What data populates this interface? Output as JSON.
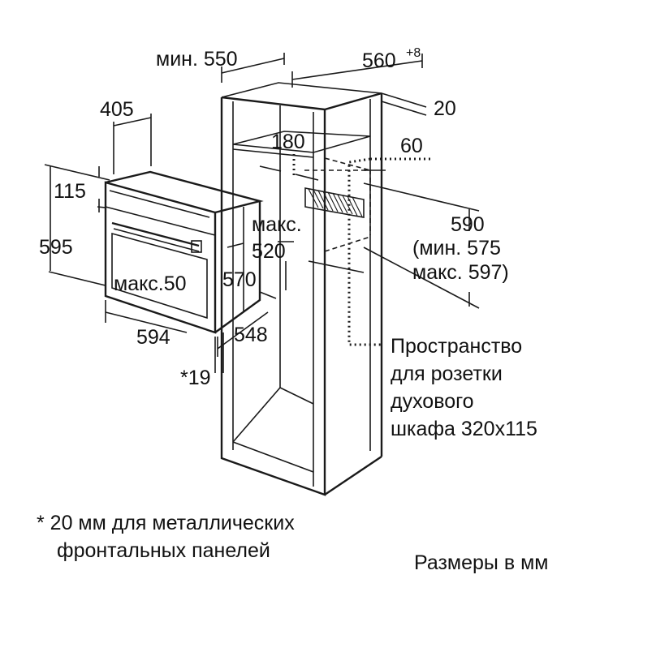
{
  "dimensions": {
    "min_550": "мин. 550",
    "w560": "560",
    "w560_tol": "+8",
    "d20": "20",
    "d405": "405",
    "d180": "180",
    "d60": "60",
    "d115": "115",
    "d595": "595",
    "max_label": "макс.",
    "d520": "520",
    "d590": "590",
    "min575": "(мин. 575",
    "max597": "макс. 597)",
    "max50": "макс.50",
    "d570": "570",
    "d594": "594",
    "d548": "548",
    "star19": "*19"
  },
  "socket_note": {
    "line1": "Пространство",
    "line2": "для розетки",
    "line3": "духового",
    "line4": "шкафа 320x115"
  },
  "footnote": {
    "line1": "* 20 мм для металлических",
    "line2": "фронтальных панелей"
  },
  "units_note": "Размеры в мм"
}
